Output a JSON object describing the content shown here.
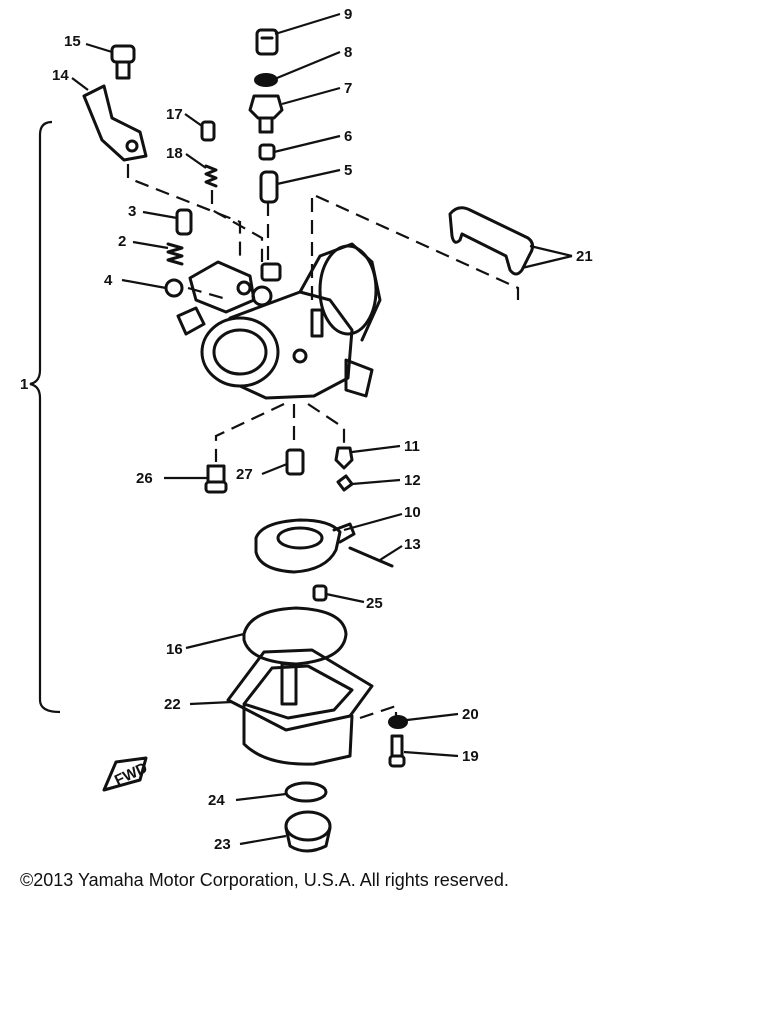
{
  "copyright": "©2013 Yamaha Motor Corporation, U.S.A. All rights reserved.",
  "callouts": {
    "c1": "1",
    "c2": "2",
    "c3": "3",
    "c4": "4",
    "c5": "5",
    "c6": "6",
    "c7": "7",
    "c8": "8",
    "c9": "9",
    "c10": "10",
    "c11": "11",
    "c12": "12",
    "c13": "13",
    "c14": "14",
    "c15": "15",
    "c16": "16",
    "c17": "17",
    "c18": "18",
    "c19": "19",
    "c20": "20",
    "c21": "21",
    "c22": "22",
    "c23": "23",
    "c24": "24",
    "c25": "25",
    "c26": "26",
    "c27": "27"
  },
  "fwd_arrow_label": "FWD"
}
